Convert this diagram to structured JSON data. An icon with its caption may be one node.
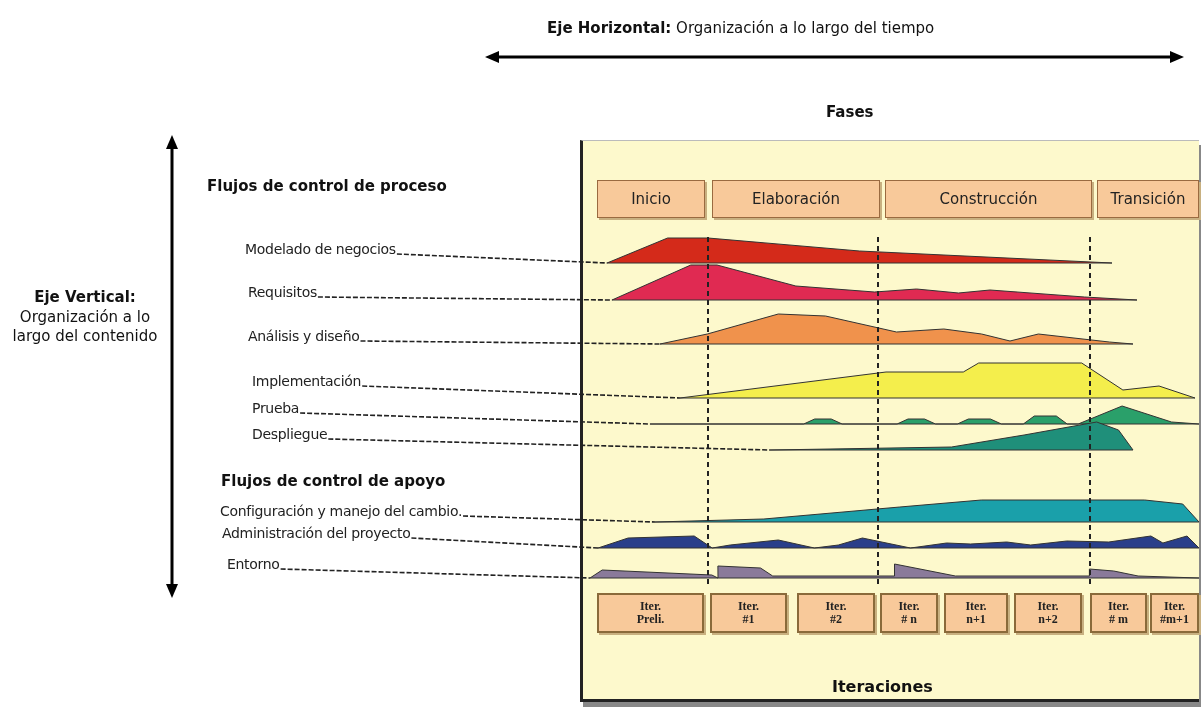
{
  "diagram": {
    "nodes": [
      {
        "text": [],
        "shape": "box"
      },
      {
        "text": [
          "Inicio"
        ],
        "in": 0
      },
      {
        "text": [
          "Elaboración"
        ],
        "in": 0
      },
      {
        "text": [
          "Construcción"
        ],
        "in": 0
      },
      {
        "text": [
          "Transición"
        ],
        "in": 0
      },
      {
        "text": [
          "Modelado de negocios"
        ]
      },
      {
        "text": [
          "Requisitos"
        ]
      },
      {
        "text": [
          "Análisis y diseño"
        ]
      },
      {
        "text": [
          "Implementación"
        ]
      },
      {
        "text": [
          "Prueba"
        ]
      },
      {
        "text": [
          "Despliegue"
        ]
      },
      {
        "text": [
          "Configuración y manejo del cambio."
        ]
      },
      {
        "text": [
          "Administración del proyecto"
        ]
      },
      {
        "text": [
          "Entorno"
        ]
      },
      {
        "text": [],
        "shape": "area",
        "in": 0
      },
      {
        "text": [],
        "shape": "area",
        "in": 0
      },
      {
        "text": [],
        "shape": "area",
        "in": 0
      },
      {
        "text": [],
        "shape": "area",
        "in": 0
      },
      {
        "text": [],
        "shape": "area",
        "in": 0
      },
      {
        "text": [],
        "shape": "area",
        "in": 0
      },
      {
        "text": [],
        "shape": "area",
        "in": 0
      },
      {
        "text": [],
        "shape": "area",
        "in": 0
      },
      {
        "text": [],
        "shape": "area",
        "in": 0
      },
      {
        "text": [
          "Iter. Preli."
        ],
        "in": 0
      },
      {
        "text": [
          "Iter. #1"
        ],
        "in": 0
      },
      {
        "text": [
          "Iter. #2"
        ],
        "in": 0
      },
      {
        "text": [
          "Iter. # n"
        ],
        "in": 0
      },
      {
        "text": [
          "Iter. n+1"
        ],
        "in": 0
      },
      {
        "text": [
          "Iter. n+2"
        ],
        "in": 0
      },
      {
        "text": [
          "Iter. # m"
        ],
        "in": 0
      },
      {
        "text": [
          "Iter. #m+1"
        ],
        "in": 0
      }
    ],
    "edges": [
      {
        "from": 5,
        "to": 14,
        "arrow": "none",
        "style": "dashed"
      },
      {
        "from": 6,
        "to": 15,
        "arrow": "none",
        "style": "dashed"
      },
      {
        "from": 7,
        "to": 16,
        "arrow": "none",
        "style": "dashed"
      },
      {
        "from": 8,
        "to": 17,
        "arrow": "none",
        "style": "dashed"
      },
      {
        "from": 9,
        "to": 18,
        "arrow": "none",
        "style": "dashed"
      },
      {
        "from": 10,
        "to": 19,
        "arrow": "none",
        "style": "dashed"
      },
      {
        "from": 11,
        "to": 20,
        "arrow": "none",
        "style": "dashed"
      },
      {
        "from": 12,
        "to": 21,
        "arrow": "none",
        "style": "dashed"
      },
      {
        "from": 13,
        "to": 22,
        "arrow": "none",
        "style": "dashed"
      }
    ],
    "labels": [
      "**Eje Horizontal:** Organización a lo largo del tiempo",
      "Fases",
      "Flujos de control de proceso",
      "**Eje Vertical:** Organización a lo largo del contenido",
      "Flujos de control de apoyo",
      "Iteraciones"
    ]
  }
}
